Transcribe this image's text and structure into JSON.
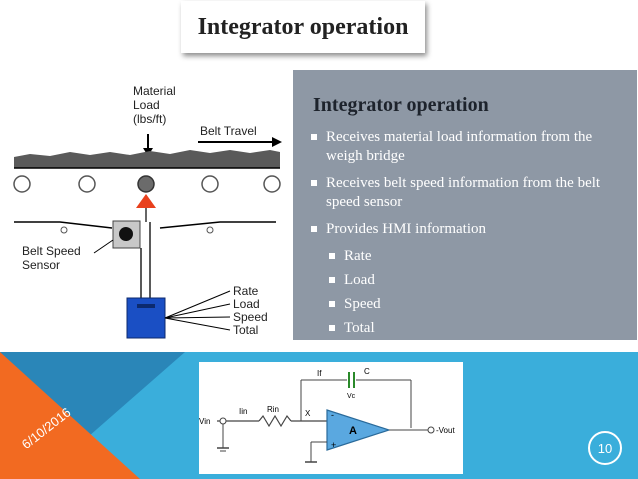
{
  "slide": {
    "title": "Integrator operation",
    "date": "6/10/2016",
    "page_number": "10"
  },
  "diagram": {
    "material_load_label": "Material\nLoad\n(lbs/ft)",
    "belt_travel_label": "Belt Travel",
    "belt_speed_sensor_label": "Belt Speed\nSensor",
    "outputs": [
      "Rate",
      "Load",
      "Speed",
      "Total"
    ]
  },
  "info": {
    "heading": "Integrator operation",
    "bullets": [
      "Receives material load information from the weigh bridge",
      "Receives belt speed information from the belt speed sensor",
      "Provides HMI information"
    ],
    "sub_bullets": [
      "Rate",
      "Load",
      "Speed",
      "Total"
    ]
  },
  "circuit": {
    "vin": "Vin",
    "iin": "Iin",
    "rin": "Rin",
    "x": "X",
    "if": "If",
    "c": "C",
    "vc": "Vc",
    "amp": "A",
    "vout": "-Vout"
  },
  "colors": {
    "panel": "#8e98a5",
    "band": "#3aaedb",
    "accent_orange": "#f26a21",
    "weigh_red": "#e8401c",
    "integrator_blue": "#1a4fc4"
  }
}
